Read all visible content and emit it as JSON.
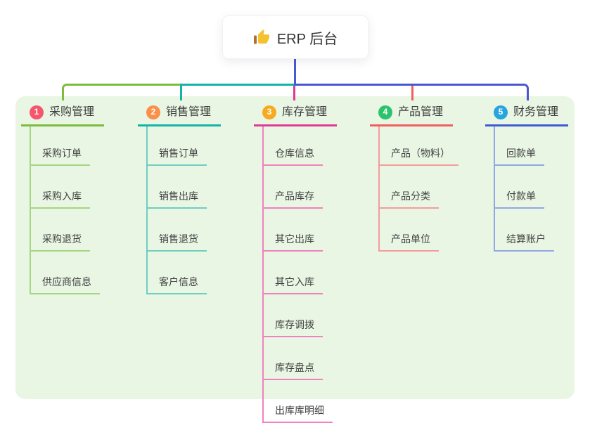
{
  "root": {
    "label": "ERP 后台",
    "icon": "thumbs-up-icon",
    "connector_color": "#4a57d2"
  },
  "panel": {
    "background_color": "#e9f6e4"
  },
  "branches": [
    {
      "number": "1",
      "title": "采购管理",
      "badge_color": "#f4566d",
      "line_color": "#7cbc3f",
      "child_line_color": "#a6d584",
      "children": [
        "采购订单",
        "采购入库",
        "采购退货",
        "供应商信息"
      ]
    },
    {
      "number": "2",
      "title": "销售管理",
      "badge_color": "#fa9049",
      "line_color": "#13b3a6",
      "child_line_color": "#6fcdc2",
      "children": [
        "销售订单",
        "销售出库",
        "销售退货",
        "客户信息"
      ]
    },
    {
      "number": "3",
      "title": "库存管理",
      "badge_color": "#f6ab1f",
      "line_color": "#e13a95",
      "child_line_color": "#ef82c0",
      "children": [
        "仓库信息",
        "产品库存",
        "其它出库",
        "其它入库",
        "库存调拨",
        "库存盘点",
        "出库库明细"
      ]
    },
    {
      "number": "4",
      "title": "产品管理",
      "badge_color": "#2dc36d",
      "line_color": "#f15e5e",
      "child_line_color": "#f49c9c",
      "children": [
        "产品（物料）",
        "产品分类",
        "产品单位"
      ]
    },
    {
      "number": "5",
      "title": "财务管理",
      "badge_color": "#27a5df",
      "line_color": "#3f5bd5",
      "child_line_color": "#92a7e3",
      "children": [
        "回款单",
        "付款单",
        "结算账户"
      ]
    }
  ],
  "layout": {
    "branch_lefts": [
      30,
      196,
      361,
      526,
      690
    ]
  }
}
